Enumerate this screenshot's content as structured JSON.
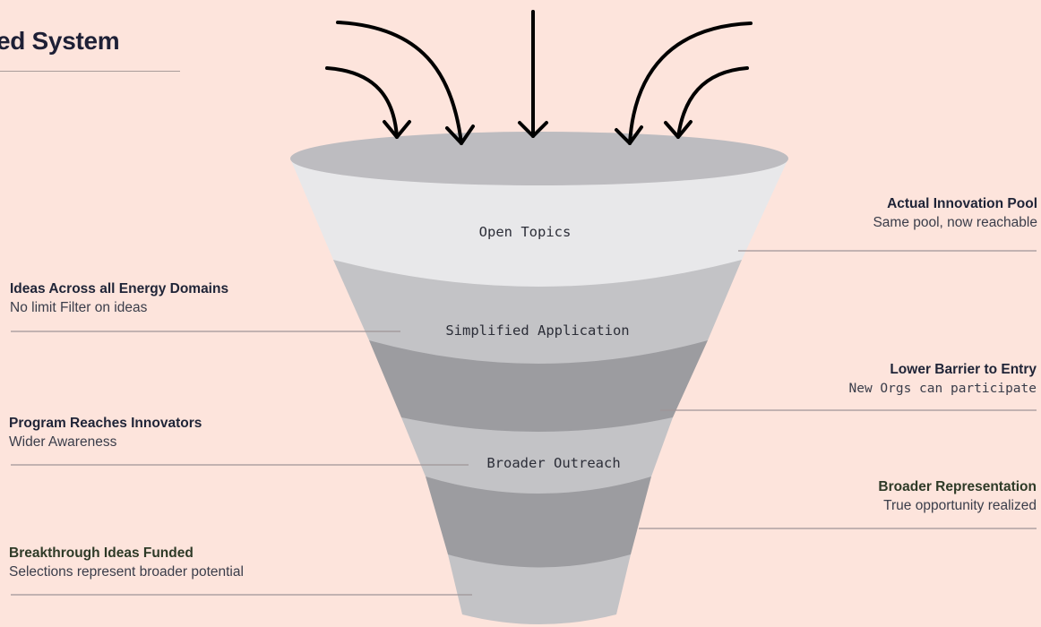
{
  "title": "ed System",
  "stages": [
    "Open Topics",
    "Simplified Application",
    "Broader Outreach"
  ],
  "left_labels": [
    {
      "heading": "Ideas Across all Energy Domains",
      "sub": "No limit Filter on ideas"
    },
    {
      "heading": "Program Reaches Innovators",
      "sub": "Wider Awareness"
    },
    {
      "heading": "Breakthrough Ideas Funded",
      "sub": "Selections represent broader potential"
    }
  ],
  "right_labels": [
    {
      "heading": "Actual Innovation Pool",
      "sub": "Same pool, now reachable"
    },
    {
      "heading": "Lower Barrier to Entry",
      "sub": "New Orgs can participate"
    },
    {
      "heading": "Broader Representation",
      "sub": "True opportunity realized"
    }
  ],
  "colors": {
    "background": "#fde4dc",
    "rim": "#bdbcc0",
    "band_light": "#e8e8ea",
    "band_mid": "#c3c3c6",
    "band_dark": "#9c9ca0",
    "arrow": "#000000",
    "leader_line": "#9f9497"
  }
}
